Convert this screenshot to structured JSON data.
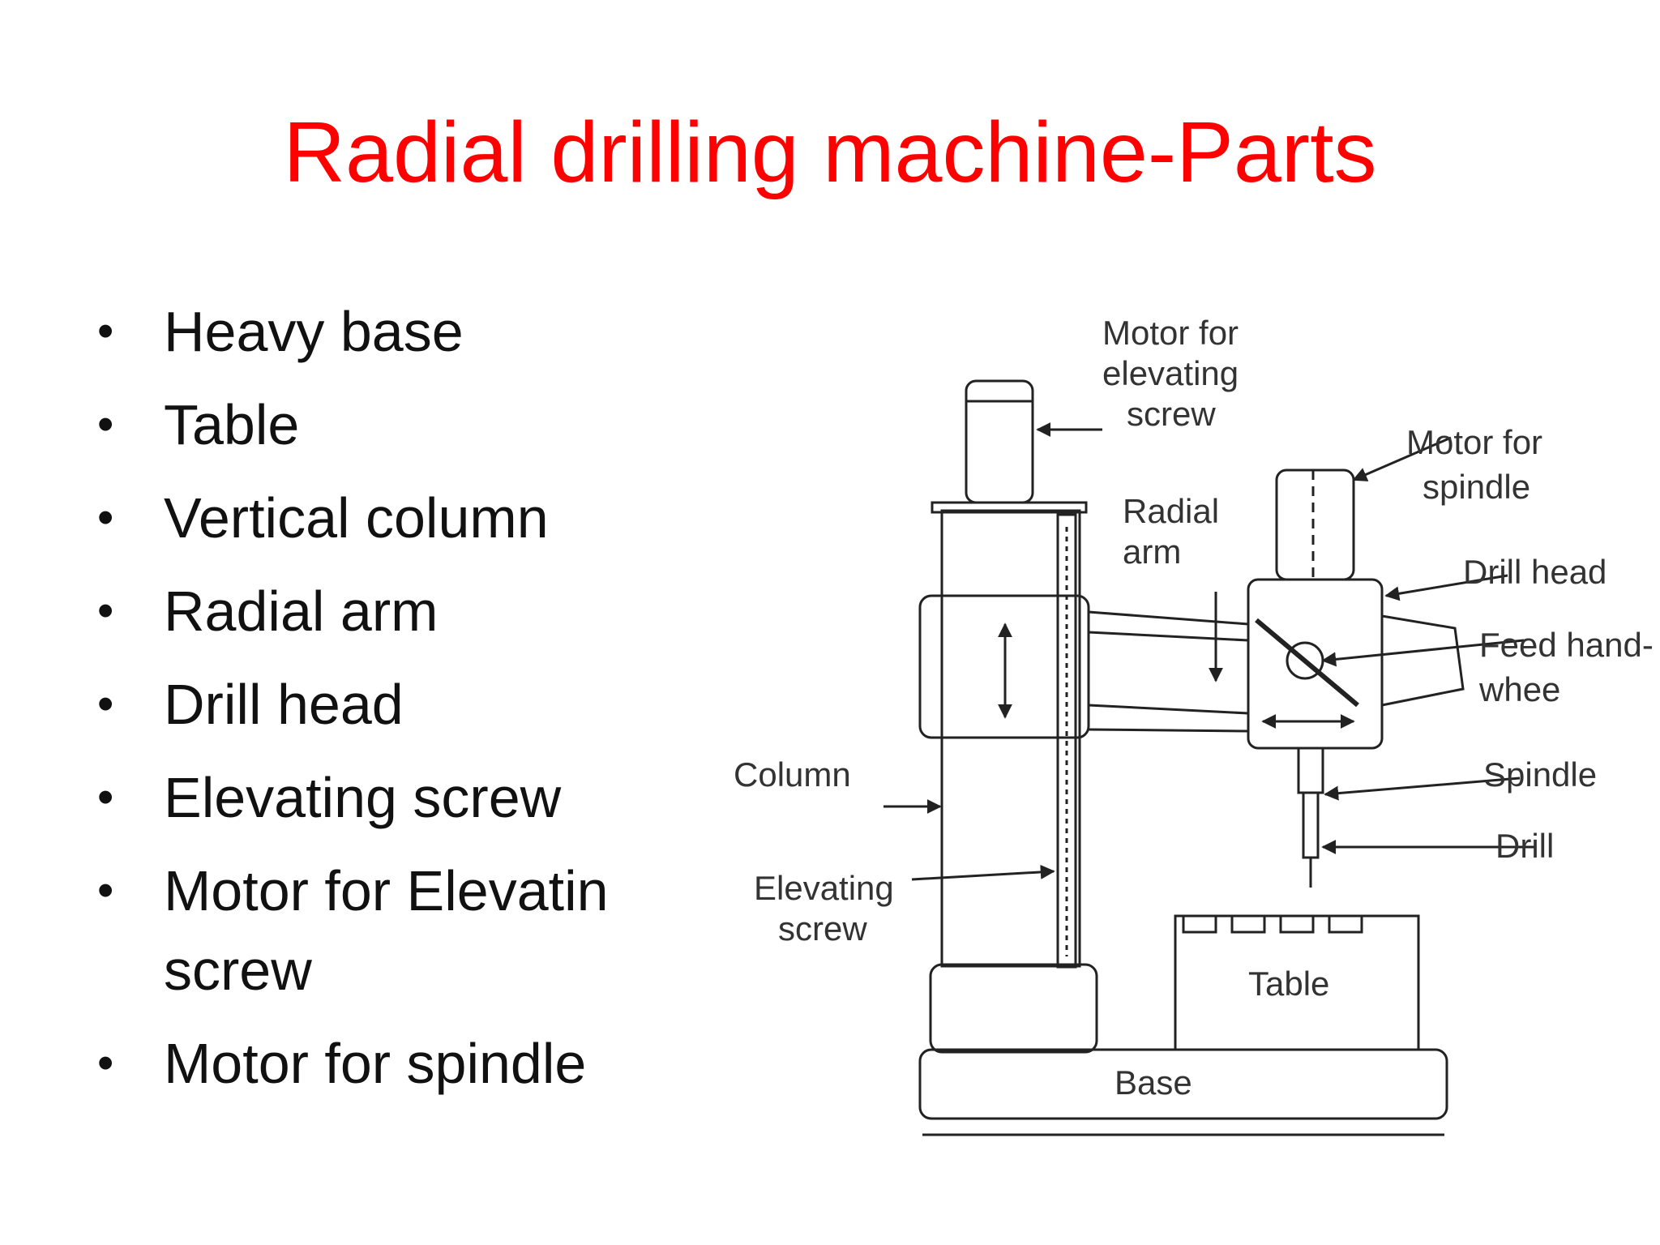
{
  "title": "Radial drilling machine-Parts",
  "bullets": [
    {
      "text": "Heavy base"
    },
    {
      "text": "Table"
    },
    {
      "text": "Vertical column"
    },
    {
      "text": "Radial arm"
    },
    {
      "text": "Drill head"
    },
    {
      "text": "Elevating screw"
    },
    {
      "text": "Motor for Elevatin screw"
    },
    {
      "text": "Motor for spindle"
    }
  ],
  "diagram": {
    "labels": {
      "motor_elevating_1": "Motor for",
      "motor_elevating_2": "elevating",
      "motor_elevating_3": "screw",
      "motor_spindle_1": "Motor for",
      "motor_spindle_2": "spindle",
      "radial_arm_1": "Radial",
      "radial_arm_2": "arm",
      "drill_head": "Drill head",
      "feed_hand_1": "Feed hand-",
      "feed_hand_2": "whee",
      "column": "Column",
      "spindle": "Spindle",
      "drill": "Drill",
      "elevating_screw_1": "Elevating",
      "elevating_screw_2": "screw",
      "table": "Table",
      "base": "Base"
    }
  },
  "colors": {
    "title": "#ff0000",
    "text": "#111111",
    "line": "#222222"
  }
}
